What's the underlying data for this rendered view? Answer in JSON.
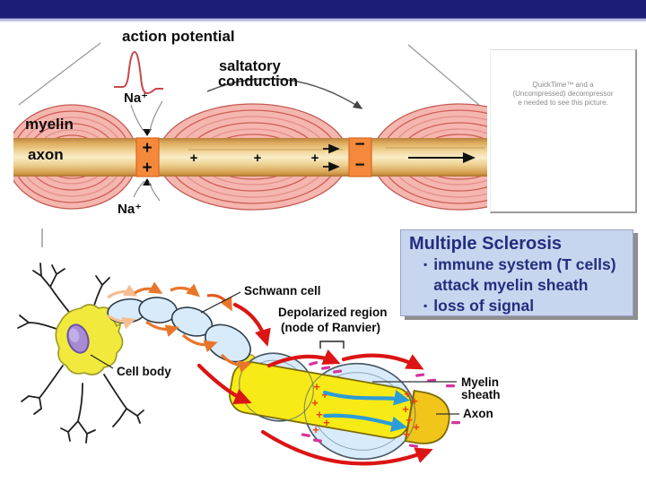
{
  "slide": {
    "background": "#ffffff",
    "top_bar": {
      "color": "#1c1d79",
      "accent_line_color": "#aeb3d6"
    },
    "chars": {
      "plus": "+",
      "minus": "−",
      "bullet": "▪"
    },
    "top_figure": {
      "action_potential_label": "action potential",
      "saltatory_line1": "saltatory",
      "saltatory_line2": "conduction",
      "na_top": "Na⁺",
      "na_bottom": "Na⁺",
      "myelin_label": "myelin",
      "axon_label": "axon",
      "node1_symbols": "++",
      "node2_symbols": "−−",
      "mid_axon_symbols": "+++",
      "colors": {
        "myelin_pink": "#f6b6b0",
        "myelin_stripe": "#c75a52",
        "axon_tan": "#f2d79c",
        "node_orange": "#f5893b",
        "spike_red": "#c84848"
      }
    },
    "quicktime_box": {
      "line1": "QuickTime™ and a",
      "line2": "(Uncompressed) decompressor",
      "line3": "e needed to see this picture.",
      "text_color": "#8a8a8a"
    },
    "ms_box": {
      "title": "Multiple Sclerosis",
      "bullet_char": "▪",
      "bullets": [
        {
          "lines": [
            "immune system (T cells)",
            "attack myelin sheath"
          ]
        },
        {
          "lines": [
            "loss of signal"
          ]
        }
      ],
      "bg_color": "#c8d5ee",
      "text_color": "#232e7f",
      "shadow_color": "#8f8f8f"
    },
    "bottom_figure": {
      "schwann_label": "Schwann cell",
      "depolarized_line1": "Depolarized region",
      "depolarized_line2": "(node of Ranvier)",
      "cell_body_label": "Cell body",
      "myelin_sheath_line1": "Myelin",
      "myelin_sheath_line2": "sheath",
      "axon_label": "Axon",
      "colors": {
        "neuron_yellow": "#f1e93c",
        "nucleus_purple": "#a78cd4",
        "schwann_blue": "#d8ebfa",
        "axon_yellow": "#f8ea16",
        "axon_cap_yellow": "#f2c51b",
        "arrow_red": "#dc1414",
        "arrow_orange": "#e8762a",
        "arrow_blue": "#2b9cd8",
        "minus_magenta": "#d6339e",
        "plus_redorange": "#e8400c"
      }
    }
  }
}
